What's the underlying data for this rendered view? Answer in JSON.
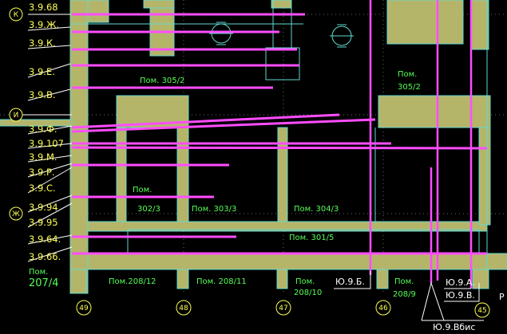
{
  "axis_markers": {
    "left": [
      "К",
      "И",
      "Ж"
    ],
    "bottom": [
      "49",
      "48",
      "47",
      "46",
      "45"
    ]
  },
  "line_labels": {
    "items": [
      "3.9.68",
      "3.9.Ж.",
      "3.9.К.",
      "3.9.Е.",
      "3.9.В.",
      "3.9.Ф.",
      "3.9.107",
      "3.9.М.",
      "3.9.Р.",
      "3.9.С.",
      "3.9.94",
      "3.9.95",
      "3.9.64.",
      "3.9.66."
    ],
    "right": [
      "Ю.9.Б.",
      "Ю.9.А.",
      "Ю.9.В.",
      "Ю.9.Вбис"
    ]
  },
  "rooms": {
    "r305_2_left": "Пом. 305/2",
    "r305_2_right_a": "Пом.",
    "r305_2_right_b": "305/2",
    "r302_3_a": "Пом.",
    "r302_3_b": "302/3",
    "r303_3": "Пом. 303/3",
    "r304_3": "Пом. 304/3",
    "r301_5": "Пом. 301/5",
    "r207_4_a": "Пом.",
    "r207_4_b": "207/4",
    "r208_12": "Пом.208/12",
    "r208_11": "Пом. 208/11",
    "r208_10_a": "Пом.",
    "r208_10_b": "208/10",
    "r208_9_a": "Пом.",
    "r208_9_b": "208/9",
    "edge_p": "Р"
  }
}
